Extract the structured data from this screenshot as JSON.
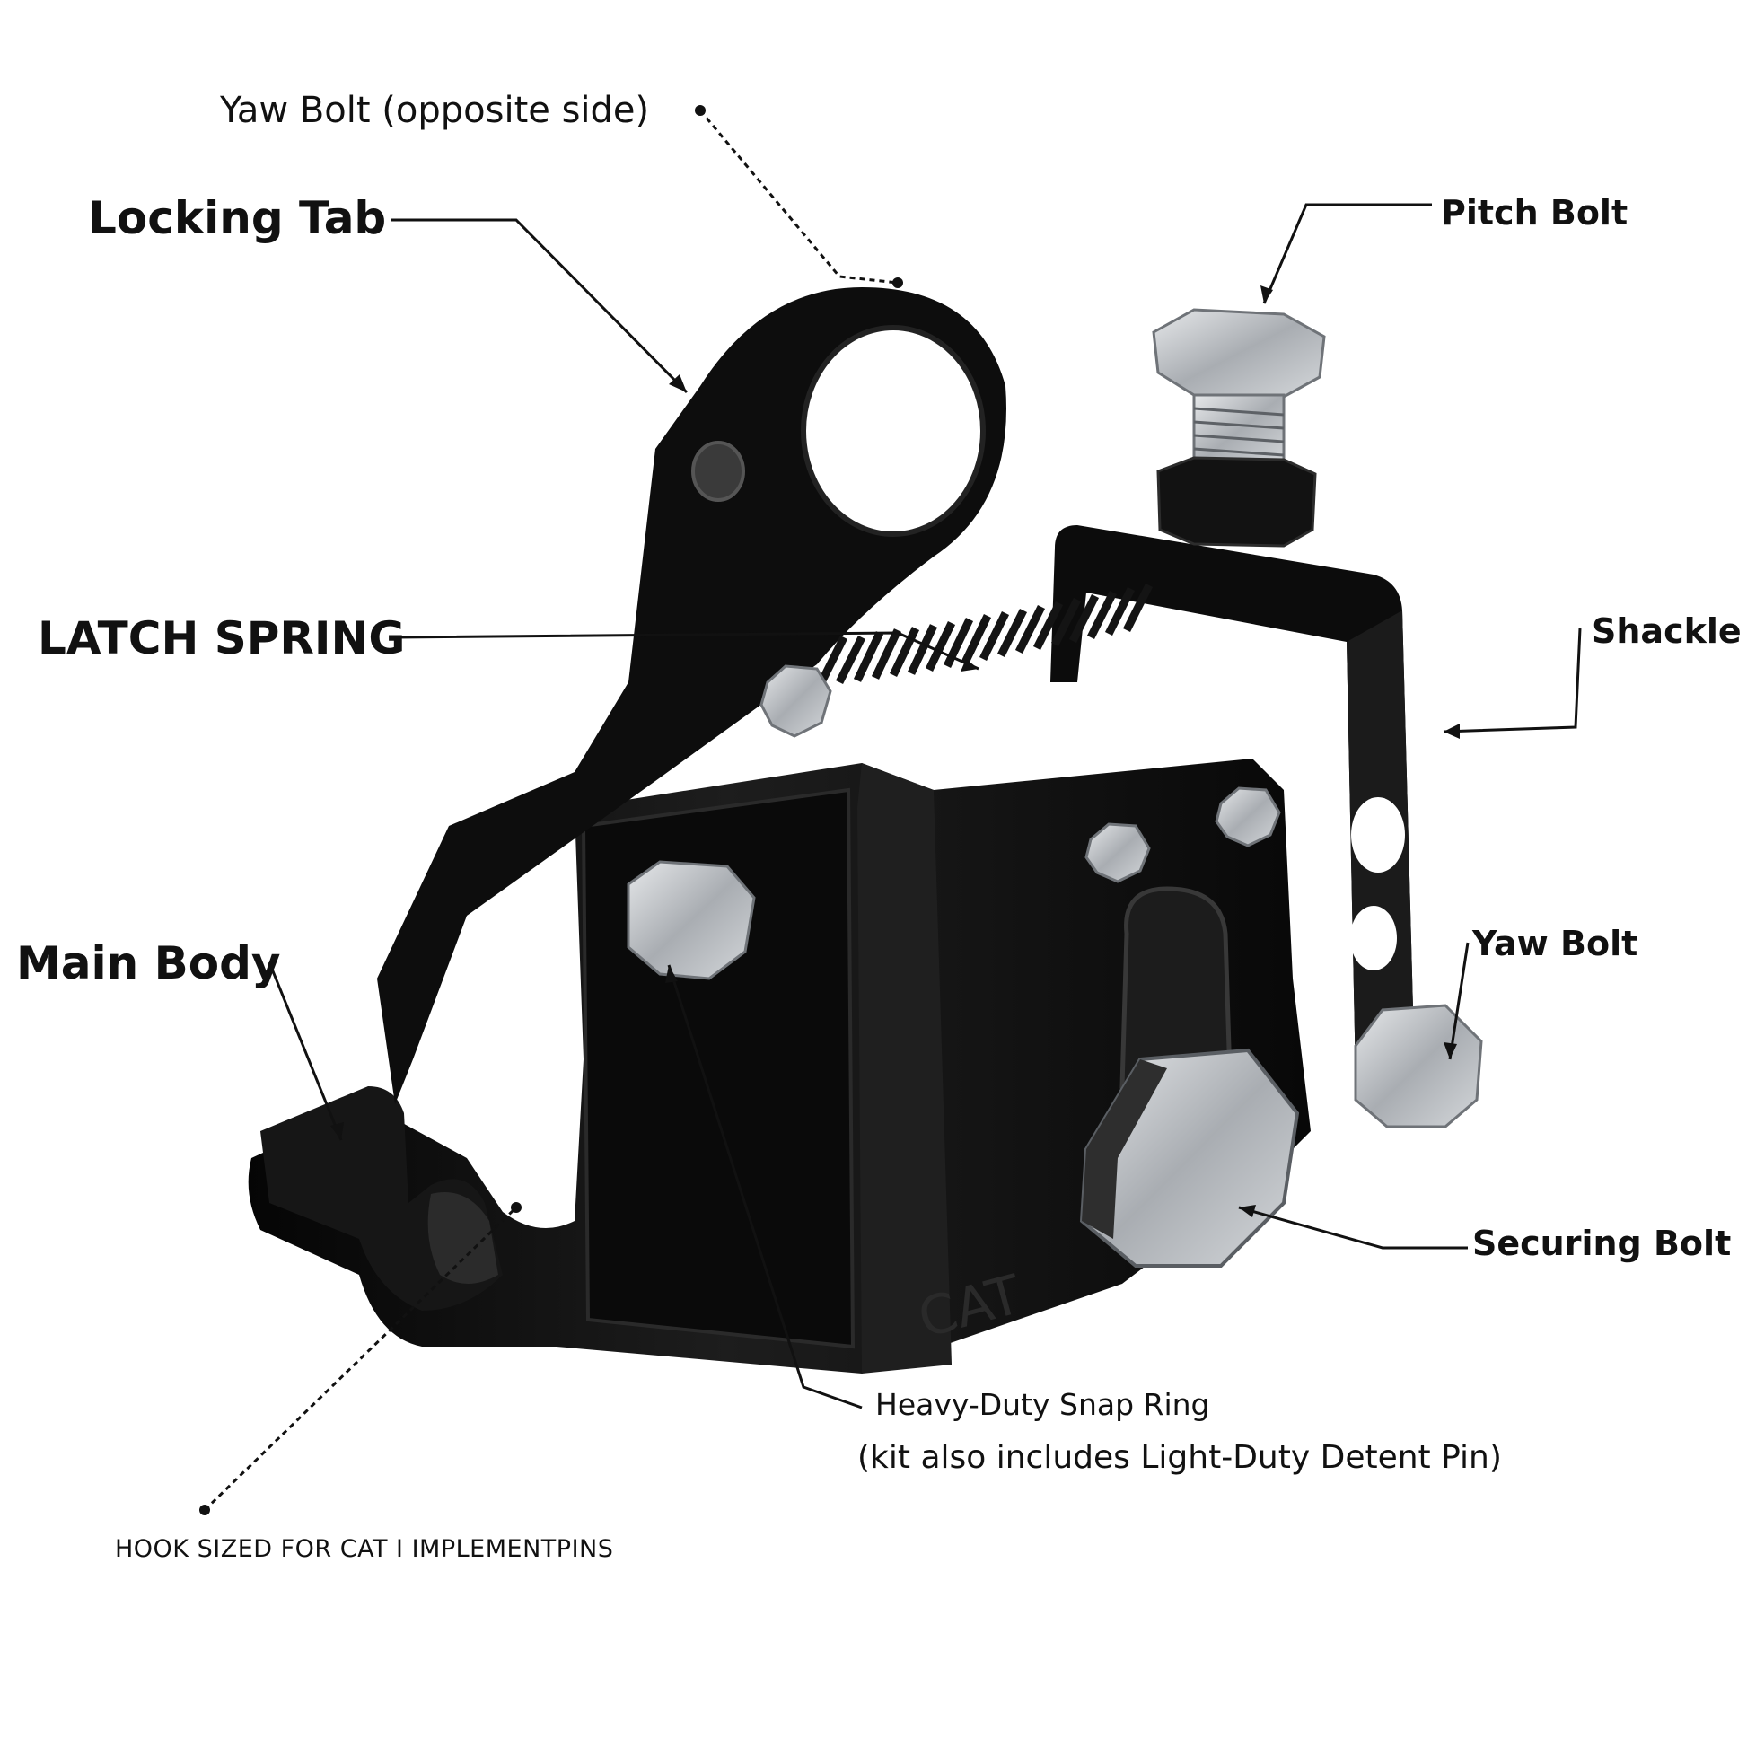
{
  "labels": {
    "yaw_bolt_opposite": "Yaw Bolt (opposite side)",
    "locking_tab": "Locking Tab",
    "latch_spring": "LATCH SPRING",
    "main_body": "Main Body",
    "pitch_bolt": "Pitch Bolt",
    "shackle": "Shackle",
    "yaw_bolt": "Yaw Bolt",
    "securing_bolt": "Securing Bolt",
    "snap_ring": "Heavy-Duty Snap Ring",
    "snap_ring_note": "(kit also includes Light-Duty Detent Pin)",
    "hook_size": "HOOK SIZED FOR CAT I IMPLEMENTPINS"
  },
  "colors": {
    "body": "#111111",
    "steel": "#b9bcc0",
    "background": "#ffffff"
  }
}
